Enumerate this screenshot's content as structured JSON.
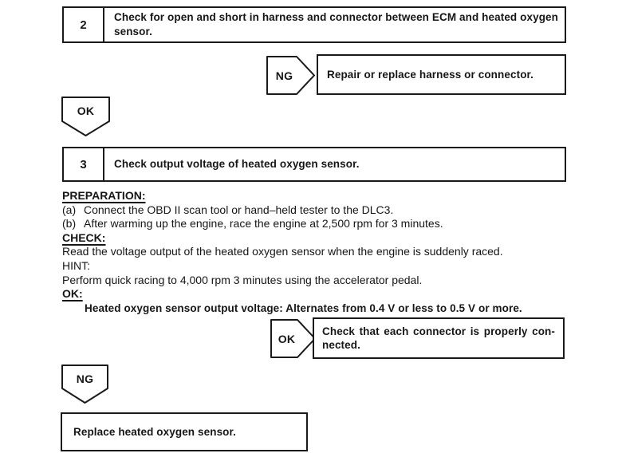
{
  "flowchart": {
    "step2": {
      "number": "2",
      "instruction": "Check for open and short in harness and connector between ECM and heated oxygen sensor."
    },
    "ng_branch": {
      "label": "NG"
    },
    "repair_action": {
      "text": "Repair or replace harness or connector."
    },
    "ok_connector_after_step2": {
      "label": "OK"
    },
    "step3": {
      "number": "3",
      "instruction": "Check output voltage of heated oxygen sensor."
    },
    "ok_branch": {
      "label": "OK"
    },
    "connector_check_action": {
      "line1": "Check that each connector is properly con-",
      "line2": "nected."
    },
    "ng_connector_after_step3": {
      "label": "NG"
    },
    "replace_action": {
      "text": "Replace heated oxygen sensor."
    }
  },
  "procedure": {
    "preparation": {
      "heading": "PREPARATION:",
      "items": [
        {
          "marker": "(a)",
          "text": "Connect the OBD II scan tool or hand–held tester to the DLC3."
        },
        {
          "marker": "(b)",
          "text": "After warming up the engine, race the engine at 2,500 rpm for 3 minutes."
        }
      ]
    },
    "check": {
      "heading": "CHECK:",
      "text": "Read the voltage output of the heated oxygen sensor when the engine is suddenly raced."
    },
    "hint": {
      "heading": "HINT:",
      "text": "Perform quick racing to 4,000 rpm 3 minutes using the accelerator pedal."
    },
    "ok": {
      "heading": "OK:",
      "spec": "Heated oxygen sensor output voltage: Alternates from 0.4 V or less to 0.5 V or more."
    }
  },
  "colors": {
    "ink": "#1a1a1a",
    "background": "#ffffff"
  }
}
